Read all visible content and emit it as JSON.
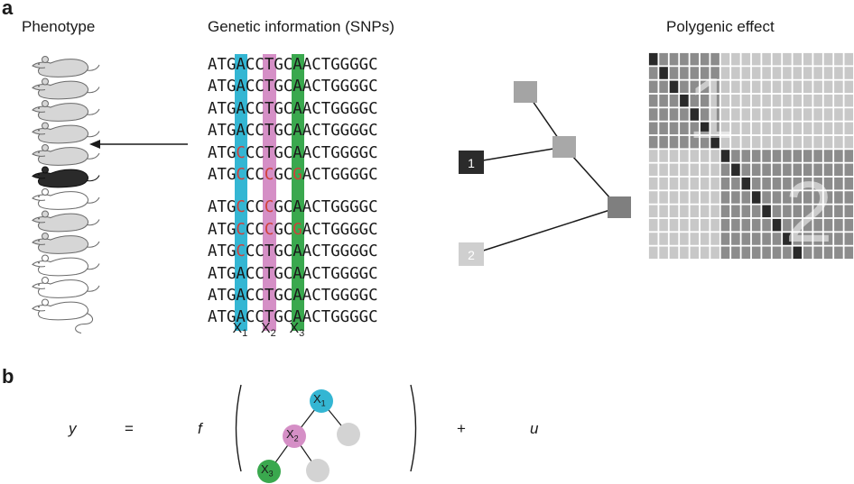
{
  "panel_a": {
    "letter": "a",
    "phenotype_heading": "Phenotype",
    "genetic_heading": "Genetic information (SNPs)",
    "polygenic_heading": "Polygenic effect",
    "sequences": [
      [
        {
          "t": "ATG"
        },
        {
          "t": "A",
          "snp": 1
        },
        {
          "t": "CC"
        },
        {
          "t": "T",
          "snp": 2
        },
        {
          "t": "GC"
        },
        {
          "t": "A",
          "snp": 3
        },
        {
          "t": "ACTGGGGC"
        }
      ],
      [
        {
          "t": "ATG"
        },
        {
          "t": "A",
          "snp": 1
        },
        {
          "t": "CC"
        },
        {
          "t": "T",
          "snp": 2
        },
        {
          "t": "GC"
        },
        {
          "t": "A",
          "snp": 3
        },
        {
          "t": "ACTGGGGC"
        }
      ],
      [
        {
          "t": "ATG"
        },
        {
          "t": "A",
          "snp": 1
        },
        {
          "t": "CC"
        },
        {
          "t": "T",
          "snp": 2
        },
        {
          "t": "GC"
        },
        {
          "t": "A",
          "snp": 3
        },
        {
          "t": "ACTGGGGC"
        }
      ],
      [
        {
          "t": "ATG"
        },
        {
          "t": "A",
          "snp": 1
        },
        {
          "t": "CC"
        },
        {
          "t": "T",
          "snp": 2
        },
        {
          "t": "GC"
        },
        {
          "t": "A",
          "snp": 3
        },
        {
          "t": "ACTGGGGC"
        }
      ],
      [
        {
          "t": "ATG"
        },
        {
          "t": "C",
          "snp": 1,
          "mut": true
        },
        {
          "t": "CC"
        },
        {
          "t": "T",
          "snp": 2
        },
        {
          "t": "GC"
        },
        {
          "t": "A",
          "snp": 3
        },
        {
          "t": "ACTGGGGC"
        }
      ],
      [
        {
          "t": "ATG"
        },
        {
          "t": "C",
          "snp": 1,
          "mut": true
        },
        {
          "t": "CC"
        },
        {
          "t": "C",
          "snp": 2,
          "mut": true
        },
        {
          "t": "GC"
        },
        {
          "t": "G",
          "snp": 3,
          "mut": true
        },
        {
          "t": "ACTGGGGC"
        }
      ],
      [
        {
          "t": "ATG"
        },
        {
          "t": "C",
          "snp": 1,
          "mut": true
        },
        {
          "t": "CC"
        },
        {
          "t": "C",
          "snp": 2,
          "mut": true
        },
        {
          "t": "GC"
        },
        {
          "t": "A",
          "snp": 3
        },
        {
          "t": "ACTGGGGC"
        }
      ],
      [
        {
          "t": "ATG"
        },
        {
          "t": "C",
          "snp": 1,
          "mut": true
        },
        {
          "t": "CC"
        },
        {
          "t": "C",
          "snp": 2,
          "mut": true
        },
        {
          "t": "GC"
        },
        {
          "t": "G",
          "snp": 3,
          "mut": true
        },
        {
          "t": "ACTGGGGC"
        }
      ],
      [
        {
          "t": "ATG"
        },
        {
          "t": "C",
          "snp": 1,
          "mut": true
        },
        {
          "t": "CC"
        },
        {
          "t": "T",
          "snp": 2
        },
        {
          "t": "GC"
        },
        {
          "t": "A",
          "snp": 3
        },
        {
          "t": "ACTGGGGC"
        }
      ],
      [
        {
          "t": "ATG"
        },
        {
          "t": "A",
          "snp": 1
        },
        {
          "t": "CC"
        },
        {
          "t": "T",
          "snp": 2
        },
        {
          "t": "GC"
        },
        {
          "t": "A",
          "snp": 3
        },
        {
          "t": "ACTGGGGC"
        }
      ],
      [
        {
          "t": "ATG"
        },
        {
          "t": "A",
          "snp": 1
        },
        {
          "t": "CC"
        },
        {
          "t": "T",
          "snp": 2
        },
        {
          "t": "GC"
        },
        {
          "t": "A",
          "snp": 3
        },
        {
          "t": "ACTGGGGC"
        }
      ],
      [
        {
          "t": "ATG"
        },
        {
          "t": "A",
          "snp": 1
        },
        {
          "t": "CC"
        },
        {
          "t": "T",
          "snp": 2
        },
        {
          "t": "GC"
        },
        {
          "t": "A",
          "snp": 3
        },
        {
          "t": "ACTGGGGC"
        }
      ]
    ],
    "snp_labels": [
      {
        "base": "X",
        "sub": "1"
      },
      {
        "base": "X",
        "sub": "2"
      },
      {
        "base": "X",
        "sub": "3"
      }
    ],
    "snp_colors": [
      "#34b6d3",
      "#d58fc6",
      "#3aa84e"
    ],
    "mutation_text_color": "#d1403a",
    "mice": [
      "gray",
      "gray",
      "gray",
      "gray",
      "gray",
      "black",
      "white",
      "gray",
      "gray",
      "white",
      "white",
      "white"
    ],
    "mouse_colors": {
      "gray": "#d6d6d6",
      "black": "#2a2a2a",
      "white": "#ffffff"
    },
    "cluster_labels": [
      "1",
      "2"
    ],
    "cluster_label_colors": [
      "#2b2b2b",
      "#cfcfcf"
    ],
    "tree_node_color": "#8f8f8f",
    "heatmap_matrix": [
      [
        "k",
        "m",
        "m",
        "m",
        "m",
        "m",
        "m",
        "l",
        "l",
        "l",
        "l",
        "l",
        "l",
        "l",
        "l",
        "l",
        "l",
        "l",
        "l",
        "l"
      ],
      [
        "m",
        "k",
        "m",
        "m",
        "m",
        "m",
        "m",
        "l",
        "l",
        "l",
        "l",
        "l",
        "l",
        "l",
        "l",
        "l",
        "l",
        "l",
        "l",
        "l"
      ],
      [
        "m",
        "m",
        "k",
        "m",
        "m",
        "m",
        "m",
        "l",
        "l",
        "l",
        "l",
        "l",
        "l",
        "l",
        "l",
        "l",
        "l",
        "l",
        "l",
        "l"
      ],
      [
        "m",
        "m",
        "m",
        "k",
        "m",
        "m",
        "m",
        "l",
        "l",
        "l",
        "l",
        "l",
        "l",
        "l",
        "l",
        "l",
        "l",
        "l",
        "l",
        "l"
      ],
      [
        "m",
        "m",
        "m",
        "m",
        "k",
        "m",
        "m",
        "l",
        "l",
        "l",
        "l",
        "l",
        "l",
        "l",
        "l",
        "l",
        "l",
        "l",
        "l",
        "l"
      ],
      [
        "m",
        "m",
        "m",
        "m",
        "m",
        "k",
        "m",
        "l",
        "l",
        "l",
        "l",
        "l",
        "l",
        "l",
        "l",
        "l",
        "l",
        "l",
        "l",
        "l"
      ],
      [
        "m",
        "m",
        "m",
        "m",
        "m",
        "m",
        "k",
        "l",
        "l",
        "l",
        "l",
        "l",
        "l",
        "l",
        "l",
        "l",
        "l",
        "l",
        "l",
        "l"
      ],
      [
        "l",
        "l",
        "l",
        "l",
        "l",
        "l",
        "l",
        "k",
        "m",
        "m",
        "m",
        "m",
        "m",
        "m",
        "m",
        "m",
        "m",
        "m",
        "m",
        "m"
      ],
      [
        "l",
        "l",
        "l",
        "l",
        "l",
        "l",
        "l",
        "m",
        "k",
        "m",
        "m",
        "m",
        "m",
        "m",
        "m",
        "m",
        "m",
        "m",
        "m",
        "m"
      ],
      [
        "l",
        "l",
        "l",
        "l",
        "l",
        "l",
        "l",
        "m",
        "m",
        "k",
        "m",
        "m",
        "m",
        "m",
        "m",
        "m",
        "m",
        "m",
        "m",
        "m"
      ],
      [
        "l",
        "l",
        "l",
        "l",
        "l",
        "l",
        "l",
        "m",
        "m",
        "m",
        "k",
        "m",
        "m",
        "m",
        "m",
        "m",
        "m",
        "m",
        "m",
        "m"
      ],
      [
        "l",
        "l",
        "l",
        "l",
        "l",
        "l",
        "l",
        "m",
        "m",
        "m",
        "m",
        "k",
        "m",
        "m",
        "m",
        "m",
        "m",
        "m",
        "m",
        "m"
      ],
      [
        "l",
        "l",
        "l",
        "l",
        "l",
        "l",
        "l",
        "m",
        "m",
        "m",
        "m",
        "m",
        "k",
        "m",
        "m",
        "m",
        "m",
        "m",
        "m",
        "m"
      ],
      [
        "l",
        "l",
        "l",
        "l",
        "l",
        "l",
        "l",
        "m",
        "m",
        "m",
        "m",
        "m",
        "m",
        "k",
        "m",
        "m",
        "m",
        "m",
        "m",
        "m"
      ],
      [
        "l",
        "l",
        "l",
        "l",
        "l",
        "l",
        "l",
        "m",
        "m",
        "m",
        "m",
        "m",
        "m",
        "m",
        "k",
        "m",
        "m",
        "m",
        "m",
        "m"
      ]
    ],
    "heatmap_colors": {
      "k": "#2a2a2a",
      "m": "#8c8c8c",
      "l": "#c8c8c8"
    },
    "heatmap_overlay_labels": [
      "1",
      "2"
    ]
  },
  "panel_b": {
    "letter": "b",
    "lhs": "y",
    "equals": "=",
    "func": "f",
    "plus": "+",
    "residual": "u",
    "tree_nodes": [
      {
        "base": "X",
        "sub": "1",
        "color": "#34b6d3"
      },
      {
        "base": "X",
        "sub": "2",
        "color": "#d58fc6"
      },
      {
        "base": "X",
        "sub": "3",
        "color": "#3aa84e"
      },
      {
        "base": "",
        "sub": "",
        "color": "#d3d3d3"
      },
      {
        "base": "",
        "sub": "",
        "color": "#d3d3d3"
      }
    ]
  }
}
